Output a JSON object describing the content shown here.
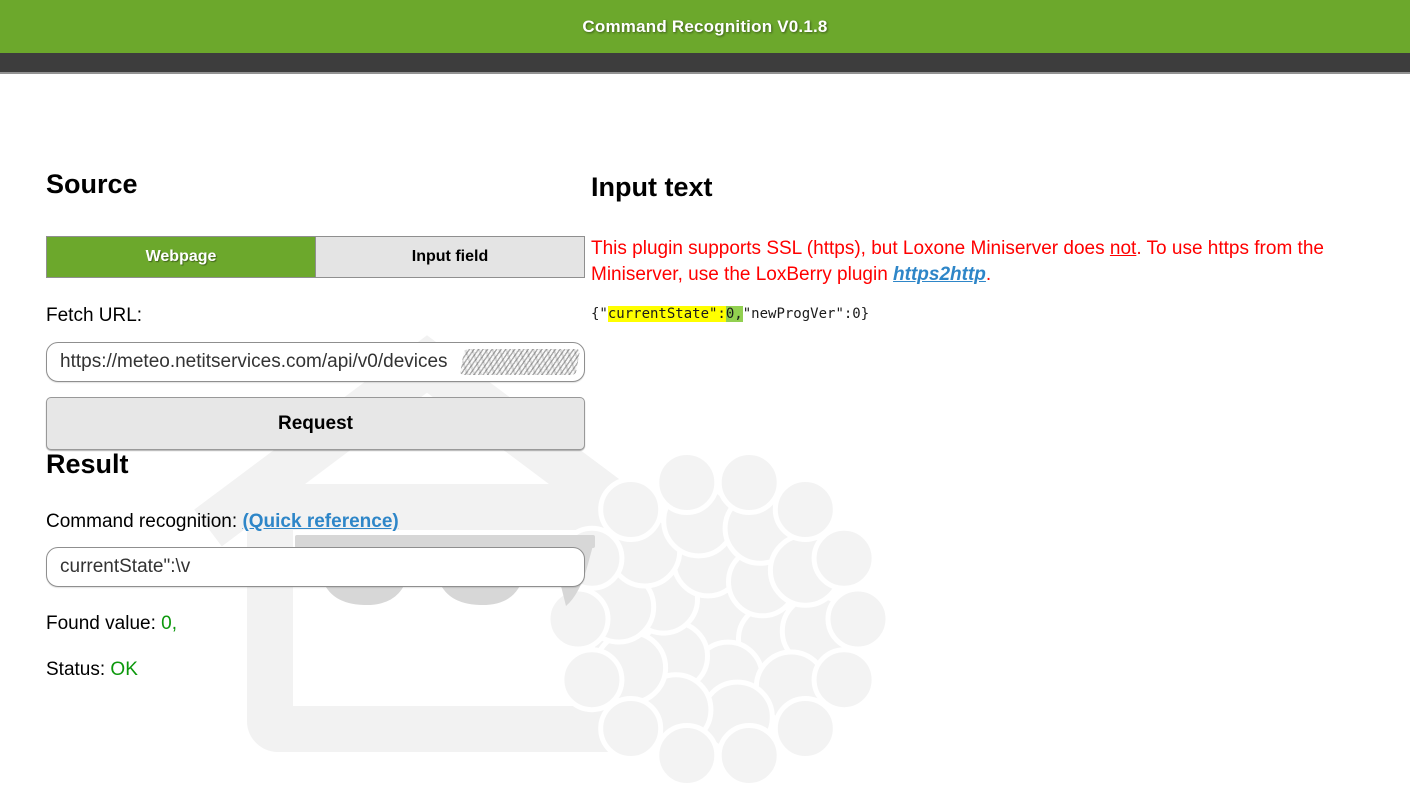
{
  "header": {
    "title": "Command Recognition V0.1.8"
  },
  "source": {
    "heading": "Source",
    "tabs": [
      {
        "label": "Webpage"
      },
      {
        "label": "Input field"
      }
    ],
    "fetch_url_label": "Fetch URL:",
    "fetch_url_value": "https://meteo.netitservices.com/api/v0/devices",
    "request_button_label": "Request"
  },
  "result": {
    "heading": "Result",
    "command_label": "Command recognition: ",
    "quick_reference_label": "(Quick reference)",
    "command_value": "currentState\":\\v",
    "found_label": "Found value: ",
    "found_value": "0,",
    "status_label": "Status: ",
    "status_value": "OK"
  },
  "input_text": {
    "heading": "Input text",
    "notice_segments": [
      {
        "text": "This plugin supports SSL (https), but Loxone Miniserver does ",
        "style": "plain"
      },
      {
        "text": "not",
        "style": "underline"
      },
      {
        "text": ". To use https from the Miniserver, use the LoxBerry plugin ",
        "style": "plain"
      },
      {
        "text": "https2http",
        "style": "link"
      },
      {
        "text": ".",
        "style": "plain"
      }
    ],
    "json_segments": [
      {
        "text": "{\"",
        "style": "none"
      },
      {
        "text": "currentState\":",
        "style": "yellow"
      },
      {
        "text": "0,",
        "style": "green"
      },
      {
        "text": "\"newProgVer\":0}",
        "style": "none"
      }
    ]
  },
  "colors": {
    "header_green": "#6CA82C",
    "active_tab_green": "#6CA82C",
    "link_blue": "#2E86C8",
    "notice_red": "#FF0000",
    "value_green": "#0C980C",
    "highlight_yellow": "#FFFF00",
    "highlight_green": "#92D050"
  }
}
